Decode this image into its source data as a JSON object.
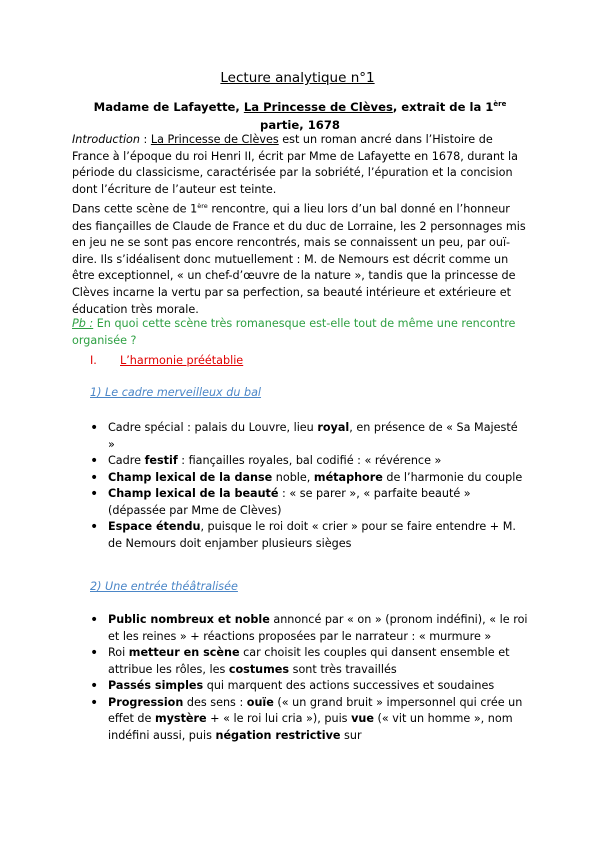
{
  "title": "Lecture analytique n°1",
  "subtitle": {
    "part1": "Madame de Lafayette, ",
    "book": "La Princesse de Clèves",
    "part2": ", extrait de la 1",
    "sup": "ère",
    "part3": " partie, 1678"
  },
  "intro": {
    "label": "Introduction",
    "colon": " : ",
    "book": "La Princesse de Clèves",
    "p1": " est un roman ancré dans l’Histoire de France à l’époque du roi Henri II, écrit par Mme de Lafayette en 1678, durant la période du classicisme, caractérisée par la sobriété, l’épuration et la concision dont l’écriture de l’auteur est teinte.",
    "p2a": "Dans cette scène de 1",
    "p2sup": "ère",
    "p2b": " rencontre, qui a lieu lors d’un bal donné en l’honneur des fiançailles de Claude de France et du duc de Lorraine, les 2 personnages mis en jeu ne se sont pas encore rencontrés, mais se connaissent un peu, par ouï-dire. Ils s’idéalisent donc mutuellement : M. de Nemours est décrit comme un être exceptionnel, « un chef-d’œuvre de la nature », tandis que la princesse de Clèves incarne la vertu par sa perfection, sa beauté intérieure et extérieure et éducation très morale."
  },
  "pb": {
    "label": "Pb :",
    "text": " En quoi cette scène très romanesque est-elle tout de même une rencontre organisée ?"
  },
  "section1": {
    "num": "I.",
    "title": "L’harmonie préétablie"
  },
  "sub1": {
    "title": "1) Le cadre merveilleux du bal",
    "items": [
      {
        "a": "Cadre spécial : palais du Louvre, lieu ",
        "b": "royal",
        "c": ", en présence de « Sa Majesté »"
      },
      {
        "a": "Cadre ",
        "b": "festif",
        "c": " : fiançailles royales, bal codifié : « révérence »"
      },
      {
        "b": "Champ lexical de la danse",
        "c": " noble, ",
        "d": "métaphore",
        "e": " de l’harmonie du couple"
      },
      {
        "b": "Champ lexical de la beauté",
        "c": " : « se parer », « parfaite beauté » (dépassée par Mme de Clèves)"
      },
      {
        "b": "Espace étendu",
        "c": ", puisque le roi doit « crier » pour se faire entendre + M. de Nemours doit enjamber plusieurs sièges"
      }
    ]
  },
  "sub2": {
    "title": "2) Une entrée théâtralisée",
    "items": [
      {
        "b": "Public nombreux et noble",
        "c": " annoncé par « on » (pronom indéfini), « le roi et les reines » + réactions proposées par le narrateur : « murmure »"
      },
      {
        "a": "Roi ",
        "b": "metteur en scène",
        "c": " car choisit les couples qui dansent ensemble et attribue les rôles, les ",
        "d": "costumes",
        "e": " sont très travaillés"
      },
      {
        "b": "Passés simples",
        "c": " qui marquent des actions successives et soudaines"
      },
      {
        "b": "Progression",
        "c": " des sens : ",
        "d": "ouïe",
        "e": " (« un grand bruit » impersonnel qui crée un effet de ",
        "f": "mystère",
        "g": " + « le roi lui cria »), puis ",
        "h": "vue",
        "i": " (« vit un homme », nom indéfini aussi, puis ",
        "j": "négation restrictive",
        "k": " sur"
      }
    ]
  }
}
